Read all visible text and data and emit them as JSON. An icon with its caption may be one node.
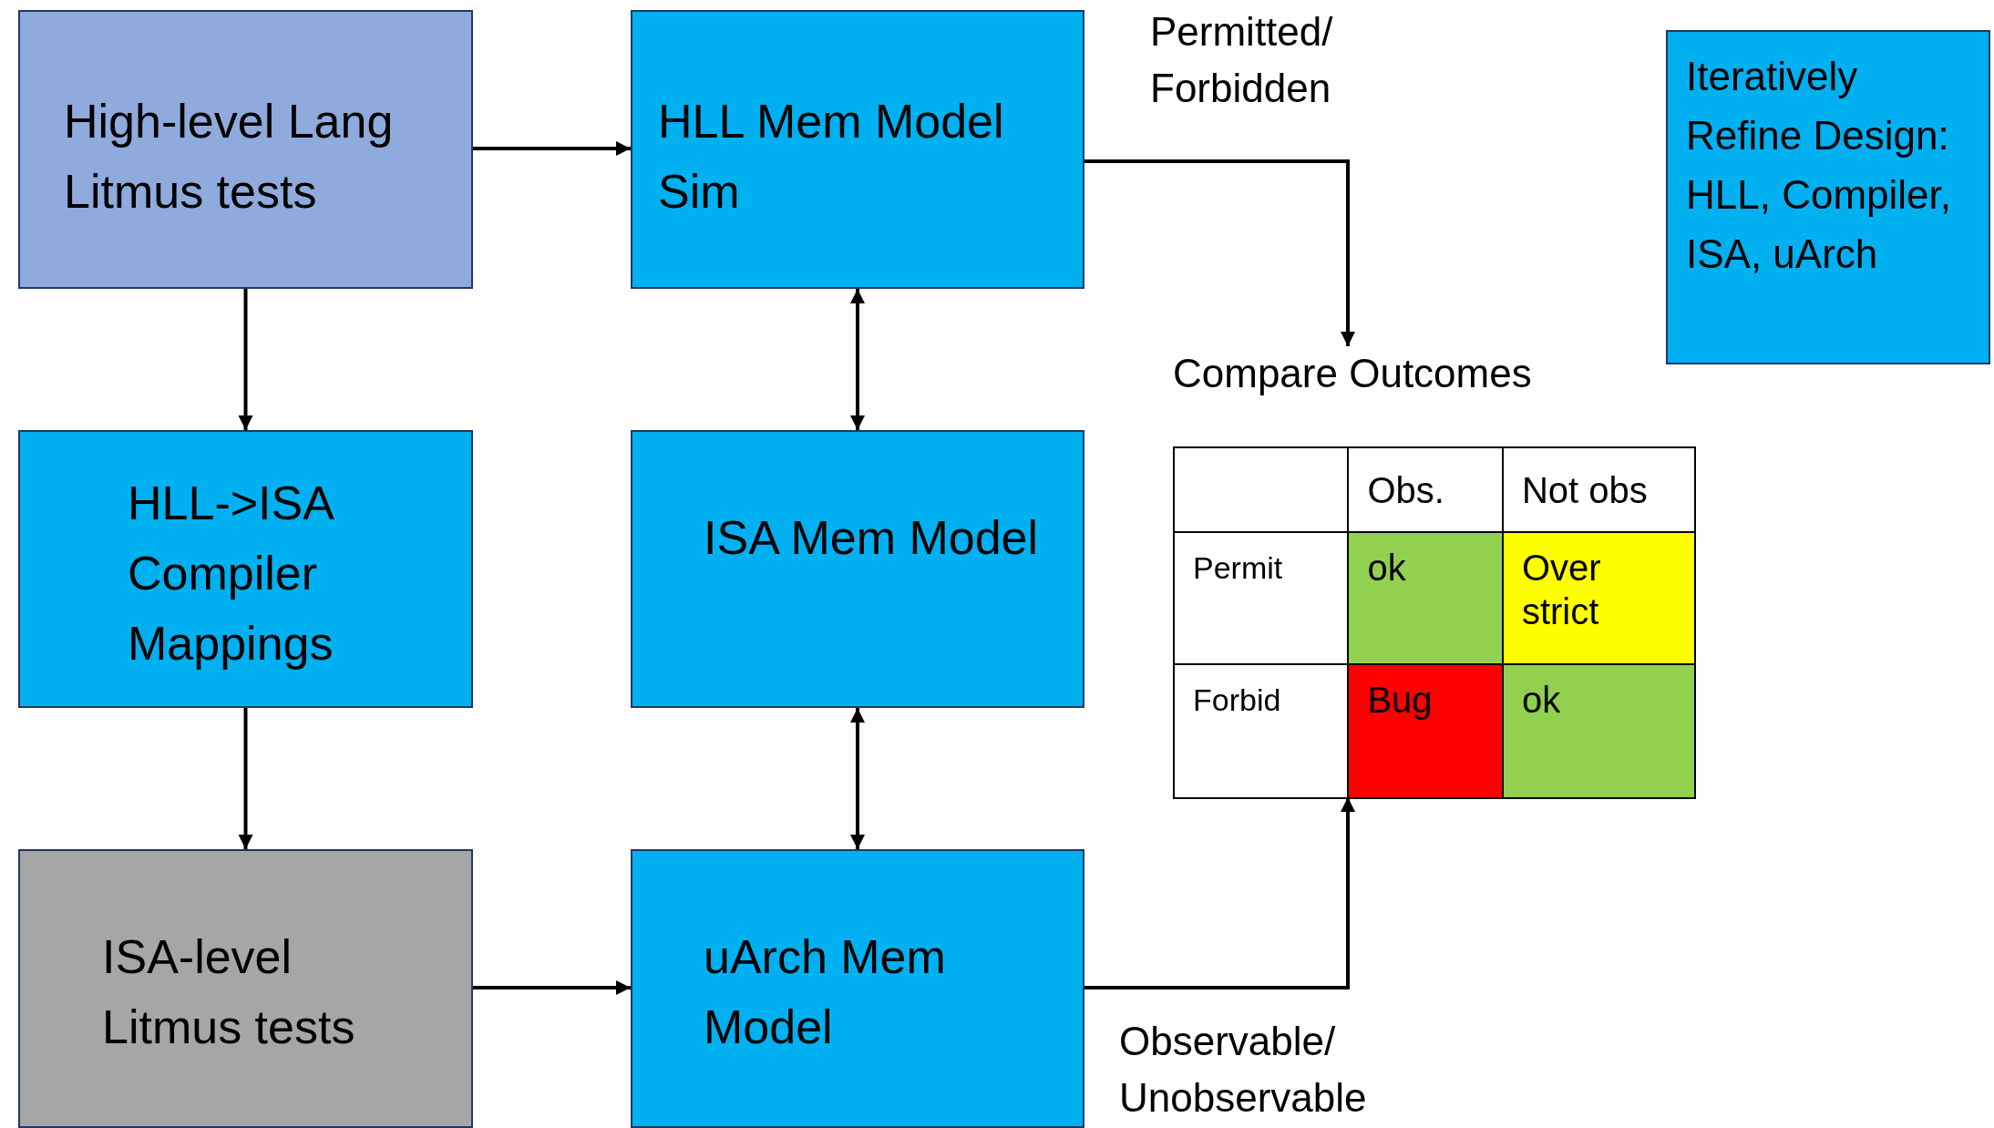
{
  "diagram": {
    "nodes": [
      {
        "text": [
          "High-level Lang Litmus tests"
        ]
      },
      {
        "text": [
          "HLL Mem Model Sim"
        ]
      },
      {
        "text": [
          "HLL->ISA Compiler Mappings"
        ]
      },
      {
        "text": [
          "ISA Mem Model"
        ]
      },
      {
        "text": [
          "ISA-level Litmus tests"
        ]
      },
      {
        "text": [
          "uArch Mem Model"
        ]
      },
      {
        "text": [
          "Iteratively Refine Design: HLL, Compiler, ISA, uArch"
        ]
      },
      {
        "text": [
          "Compare Outcomes"
        ]
      }
    ],
    "edges": [
      {
        "from": 0,
        "to": 1,
        "arrow": "to"
      },
      {
        "from": 0,
        "to": 2,
        "arrow": "to"
      },
      {
        "from": 2,
        "to": 4,
        "arrow": "to"
      },
      {
        "from": 4,
        "to": 5,
        "arrow": "to"
      },
      {
        "from": 1,
        "to": 3,
        "arrow": "both"
      },
      {
        "from": 3,
        "to": 5,
        "arrow": "both"
      },
      {
        "from": 1,
        "to": 7,
        "arrow": "to",
        "label": "Permitted/ Forbidden"
      },
      {
        "from": 5,
        "to": 7,
        "arrow": "to",
        "label": "Observable/ Unobservable"
      }
    ],
    "labels": [
      "Obs.",
      "Not obs",
      "Permit",
      "ok",
      "Over strict",
      "Forbid",
      "Bug",
      "ok"
    ]
  }
}
